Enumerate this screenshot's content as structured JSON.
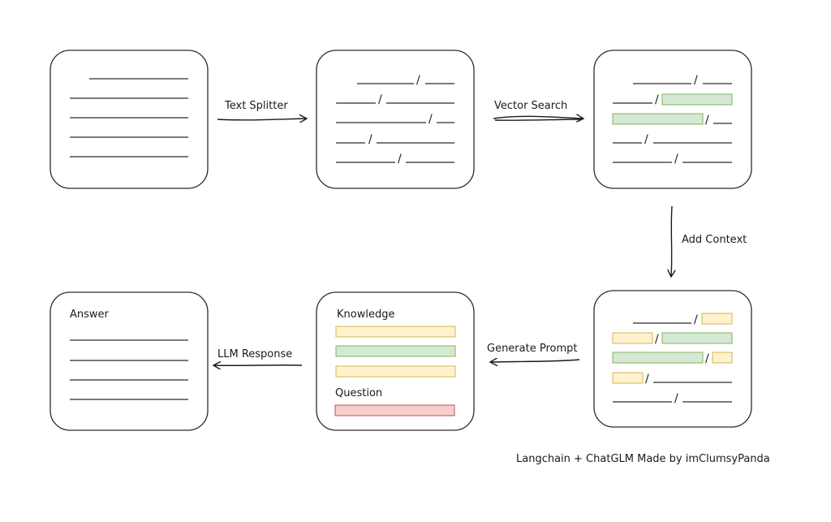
{
  "steps": {
    "text_splitter": "Text Splitter",
    "vector_search": "Vector Search",
    "add_context": "Add Context",
    "generate_prompt": "Generate Prompt",
    "llm_response": "LLM Response"
  },
  "prompt_box": {
    "knowledge_label": "Knowledge",
    "question_label": "Question"
  },
  "answer_box": {
    "answer_label": "Answer"
  },
  "footer": {
    "credit": "Langchain + ChatGLM Made by imClumsyPanda"
  },
  "separator": "/",
  "colors": {
    "green_fill": "#d5e8d4",
    "green_stroke": "#82b366",
    "yellow_fill": "#fff2cc",
    "yellow_stroke": "#d6b656",
    "red_fill": "#f8cecc",
    "red_stroke": "#b85450"
  }
}
